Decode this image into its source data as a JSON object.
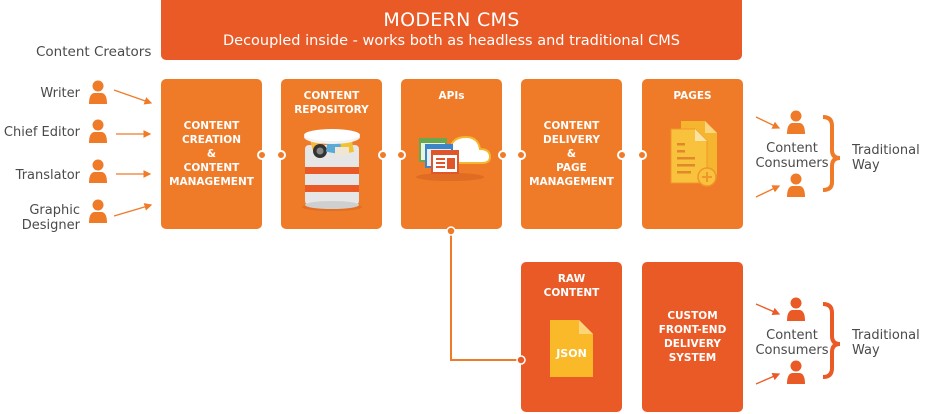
{
  "header": {
    "title": "MODERN CMS",
    "subtitle": "Decoupled inside - works both as headless and traditional CMS"
  },
  "creators": {
    "heading": "Content Creators",
    "roles": [
      "Writer",
      "Chief Editor",
      "Translator",
      "Graphic Designer"
    ]
  },
  "boxes": {
    "creation": {
      "lines": [
        "CONTENT",
        "CREATION",
        "&",
        "CONTENT",
        "MANAGEMENT"
      ]
    },
    "repository": {
      "title": [
        "CONTENT",
        "REPOSITORY"
      ],
      "icon": "database-icon"
    },
    "apis": {
      "title": "APIs",
      "icon": "api-cloud-icon"
    },
    "delivery": {
      "lines": [
        "CONTENT",
        "DELIVERY",
        "&",
        "PAGE",
        "MANAGEMENT"
      ]
    },
    "pages": {
      "title": "PAGES",
      "icon": "pages-icon"
    },
    "raw": {
      "title": [
        "RAW",
        "CONTENT"
      ],
      "icon": "json-file-icon",
      "icon_label": "JSON"
    },
    "custom": {
      "lines": [
        "CUSTOM",
        "FRONT-END",
        "DELIVERY",
        "SYSTEM"
      ]
    }
  },
  "consumers": [
    {
      "label": [
        "Content",
        "Consumers"
      ],
      "way": [
        "Traditional",
        "Way"
      ]
    },
    {
      "label": [
        "Content",
        "Consumers"
      ],
      "way": [
        "Traditional",
        "Way"
      ]
    }
  ],
  "colors": {
    "header": "#E95A26",
    "top_box": "#EF7A28",
    "bottom_box": "#E95A26",
    "person": "#EF7A28",
    "file_yellow": "#F9B928",
    "text": "#4a4a4a"
  }
}
